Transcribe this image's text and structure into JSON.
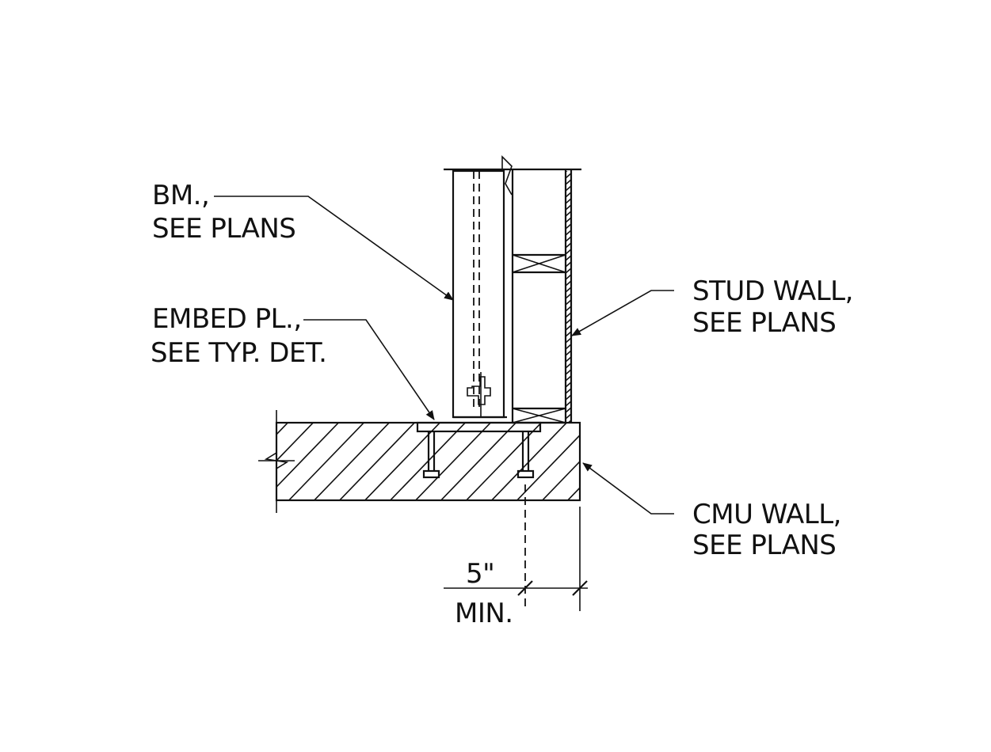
{
  "labels": {
    "beam": {
      "line1": "BM.,",
      "line2": "SEE PLANS"
    },
    "embed_plate": {
      "line1": "EMBED PL.,",
      "line2": "SEE TYP. DET."
    },
    "stud_wall": {
      "line1": "STUD WALL,",
      "line2": "SEE PLANS"
    },
    "cmu_wall": {
      "line1": "CMU WALL,",
      "line2": "SEE PLANS"
    }
  },
  "dimension": {
    "value": "5\"",
    "note": "MIN."
  }
}
